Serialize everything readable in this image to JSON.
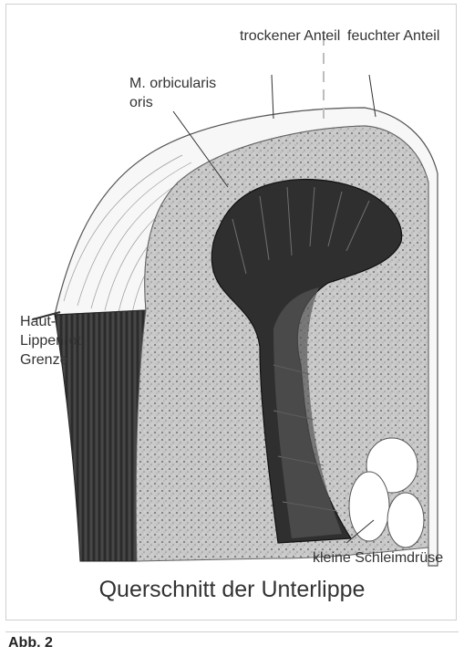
{
  "labels": {
    "dry_part": "trockener Anteil",
    "moist_part": "feuchter Anteil",
    "muscle": "M. orbicularis oris",
    "border": "Haut-Lippenrot Grenze",
    "gland": "kleine Schleimdrüse"
  },
  "caption": "Querschnitt der Unterlippe",
  "figure_label": "Abb. 2"
}
